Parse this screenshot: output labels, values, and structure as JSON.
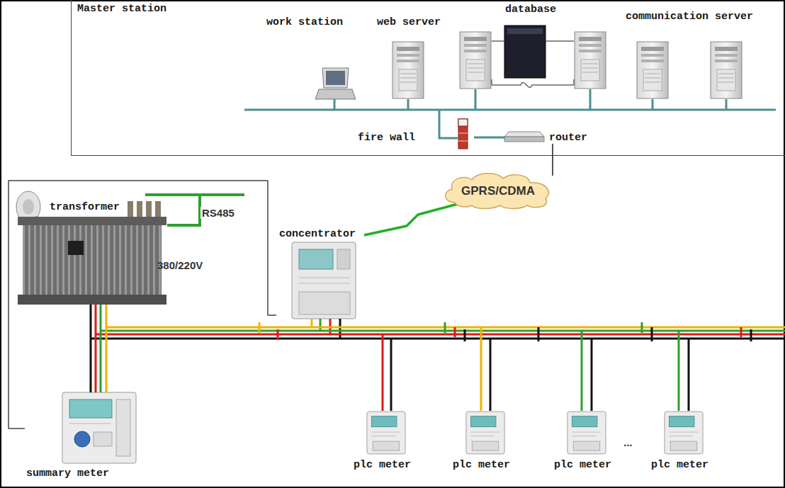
{
  "diagram": {
    "nodes": [
      {
        "text": [
          "Master station"
        ]
      },
      {
        "text": [
          "work station"
        ],
        "in": 0
      },
      {
        "text": [
          "web server"
        ],
        "in": 0
      },
      {
        "text": [
          "database"
        ],
        "in": 0
      },
      {
        "text": [
          "communication server"
        ],
        "in": 0
      },
      {
        "text": [
          "fire wall"
        ],
        "in": 0
      },
      {
        "text": [
          "router"
        ],
        "in": 0
      },
      {
        "text": [
          "GPRS/CDMA"
        ]
      },
      {
        "text": [
          "concentrator"
        ]
      },
      {
        "text": [
          "transformer"
        ]
      },
      {
        "text": [
          "summary meter"
        ]
      },
      {
        "text": [
          "plc meter"
        ]
      },
      {
        "text": [
          "plc meter"
        ]
      },
      {
        "text": [
          "plc meter"
        ]
      },
      {
        "text": [
          "plc meter"
        ]
      }
    ],
    "edges": [
      {
        "from": 5,
        "to": 6,
        "arrow": "none"
      },
      {
        "from": 6,
        "to": 7,
        "arrow": "none"
      },
      {
        "from": 7,
        "to": 8,
        "arrow": "none"
      },
      {
        "from": 10,
        "to": 8,
        "label": "RS485",
        "arrow": "none"
      },
      {
        "from": 9,
        "to": 10,
        "arrow": "none"
      }
    ],
    "labels": [
      "380/220V",
      "..."
    ]
  }
}
